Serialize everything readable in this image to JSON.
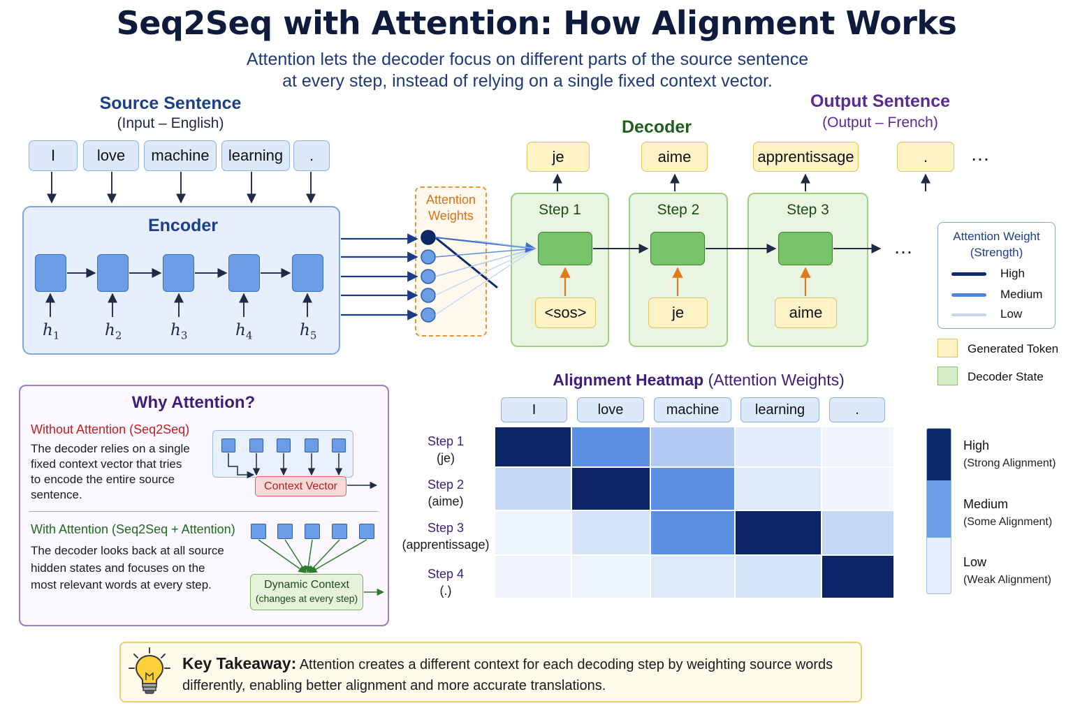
{
  "title": "Seq2Seq with Attention: How Alignment Works",
  "subtitle": {
    "line1": "Attention lets the decoder focus on different parts of the source sentence",
    "line2": "at every step, instead of relying on a single fixed context vector."
  },
  "source": {
    "title": "Source Sentence",
    "subtitle": "(Input – English)",
    "tokens": [
      "I",
      "love",
      "machine",
      "learning",
      "."
    ]
  },
  "encoder": {
    "title": "Encoder",
    "hidden_states": [
      {
        "base": "h",
        "sub": "1"
      },
      {
        "base": "h",
        "sub": "2"
      },
      {
        "base": "h",
        "sub": "3"
      },
      {
        "base": "h",
        "sub": "4"
      },
      {
        "base": "h",
        "sub": "5"
      }
    ]
  },
  "attention_weights_label": {
    "line1": "Attention",
    "line2": "Weights"
  },
  "decoder": {
    "title": "Decoder",
    "steps": [
      {
        "label": "Step 1",
        "input": "<sos>",
        "output": "je"
      },
      {
        "label": "Step 2",
        "input": "je",
        "output": "aime"
      },
      {
        "label": "Step 3",
        "input": "aime",
        "output": "apprentissage"
      }
    ],
    "next_output": ".",
    "ellipsis": "…"
  },
  "output": {
    "title": "Output Sentence",
    "subtitle": "(Output – French)"
  },
  "legend": {
    "title_line1": "Attention Weight",
    "title_line2": "(Strength)",
    "items": [
      {
        "label": "High",
        "color": "#0d2a6b"
      },
      {
        "label": "Medium",
        "color": "#4a86e0"
      },
      {
        "label": "Low",
        "color": "#c3d7f4"
      }
    ],
    "generated_token": "Generated Token",
    "decoder_state": "Decoder State",
    "generated_token_color": "#fdf3c6",
    "decoder_state_color": "#d7edca"
  },
  "why": {
    "title": "Why Attention?",
    "without_heading": "Without Attention (Seq2Seq)",
    "without_text": [
      "The decoder relies on a single",
      "fixed context vector that tries",
      "to encode the entire source",
      "sentence."
    ],
    "context_vector": "Context Vector",
    "with_heading": "With Attention (Seq2Seq + Attention)",
    "with_text": [
      "The decoder looks back at all source",
      "hidden states and focuses on the",
      "most relevant words at every step."
    ],
    "dynamic_context": "Dynamic Context",
    "dynamic_context_sub": "(changes at every step)"
  },
  "heatmap": {
    "title": "Alignment Heatmap",
    "title_suffix": "(Attention Weights)",
    "columns": [
      "I",
      "love",
      "machine",
      "learning",
      "."
    ],
    "rows": [
      {
        "step": "Step 1",
        "word": "(je)"
      },
      {
        "step": "Step 2",
        "word": "(aime)"
      },
      {
        "step": "Step 3",
        "word": "(apprentissage)"
      },
      {
        "step": "Step 4",
        "word": "(.)"
      }
    ],
    "weights": [
      [
        1.0,
        0.55,
        0.3,
        0.12,
        0.04
      ],
      [
        0.25,
        1.0,
        0.55,
        0.15,
        0.04
      ],
      [
        0.05,
        0.2,
        0.55,
        1.0,
        0.25
      ],
      [
        0.04,
        0.05,
        0.15,
        0.2,
        1.0
      ]
    ],
    "scale": [
      {
        "label": "High",
        "sub": "(Strong Alignment)"
      },
      {
        "label": "Medium",
        "sub": "(Some Alignment)"
      },
      {
        "label": "Low",
        "sub": "(Weak Alignment)"
      }
    ]
  },
  "takeaway": {
    "label": "Key Takeaway:",
    "line1": "Attention creates a different context for each decoding step by weighting source words",
    "line2": "differently, enabling better alignment and more accurate translations."
  },
  "icons": {
    "takeaway": "lightbulb-icon"
  }
}
